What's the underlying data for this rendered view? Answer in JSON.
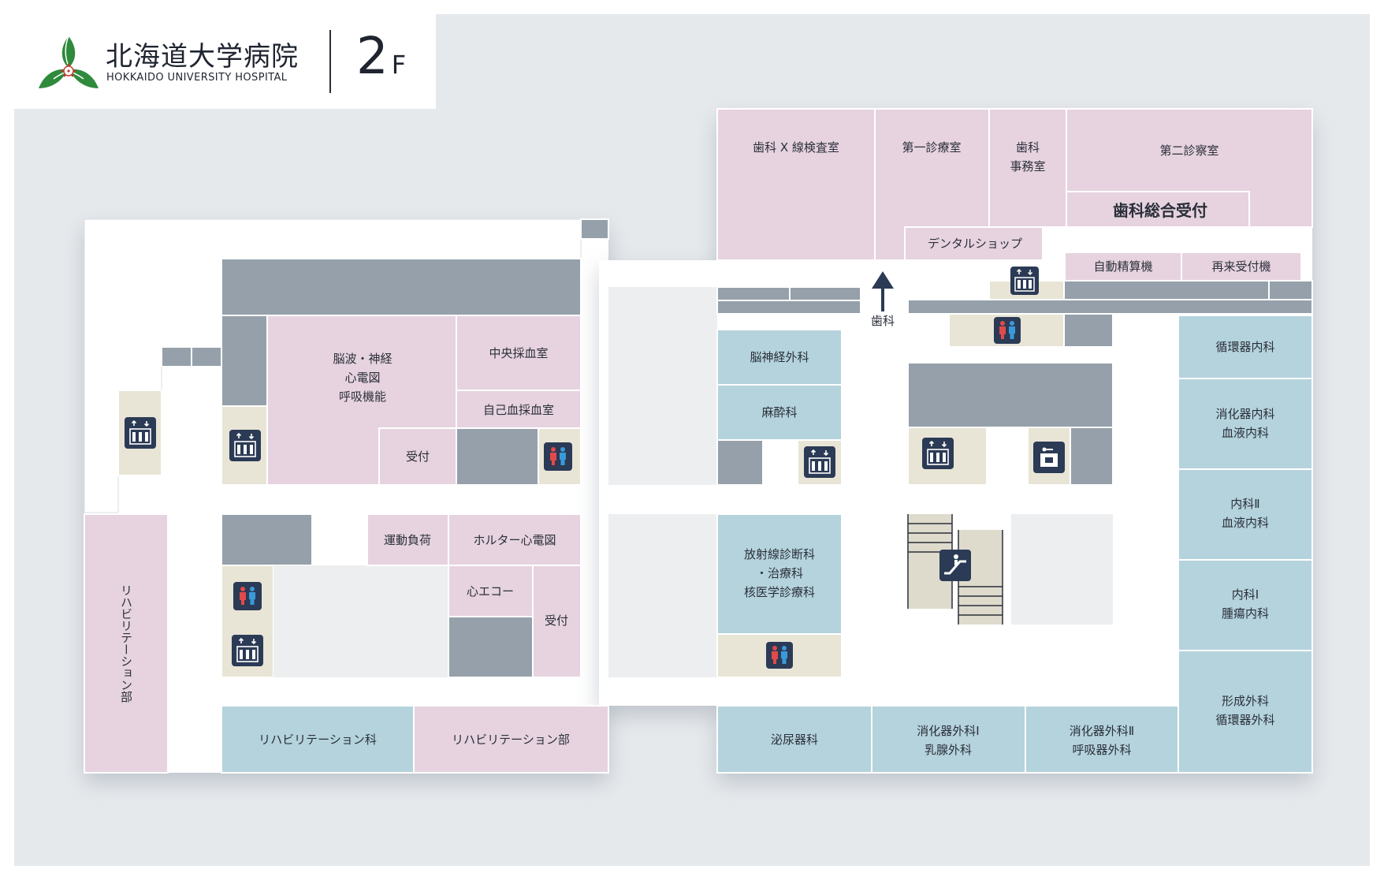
{
  "header": {
    "hospital_name_ja": "北海道大学病院",
    "hospital_name_en": "HOKKAIDO UNIVERSITY HOSPITAL",
    "floor_number": "2",
    "floor_suffix": "F"
  },
  "rooms": {
    "dental_xray": "歯科 X 線検査室",
    "dental_exam_1": "第一診療室",
    "dental_office_l1": "歯科",
    "dental_office_l2": "事務室",
    "dental_exam_2": "第二診察室",
    "dental_reception": "歯科総合受付",
    "dental_shop": "デンタルショップ",
    "auto_payment": "自動精算機",
    "revisit_reception": "再来受付機",
    "dental_arrow_label": "歯科",
    "neurosurgery": "脳神経外科",
    "anesthesiology": "麻酔科",
    "cardiology": "循環器内科",
    "gastro_hema_l1": "消化器内科",
    "gastro_hema_l2": "血液内科",
    "internal2_l1": "内科Ⅱ",
    "internal2_l2": "血液内科",
    "internal1_l1": "内科Ⅰ",
    "internal1_l2": "腫瘍内科",
    "plastic_cardio_l1": "形成外科",
    "plastic_cardio_l2": "循環器外科",
    "radiology_l1": "放射線診断科",
    "radiology_l2": "・治療科",
    "radiology_l3": "核医学診療科",
    "urology": "泌尿器科",
    "gastro_surg1_l1": "消化器外科Ⅰ",
    "gastro_surg1_l2": "乳腺外科",
    "gastro_surg2_l1": "消化器外科Ⅱ",
    "gastro_surg2_l2": "呼吸器外科",
    "eeg_l1": "脳波・神経",
    "eeg_l2": "心電図",
    "eeg_l3": "呼吸機能",
    "central_blood": "中央採血室",
    "autologous_blood": "自己血採血室",
    "reception_a": "受付",
    "exercise_load": "運動負荷",
    "holter": "ホルター心電図",
    "echo": "心エコー",
    "reception_b": "受付",
    "rehab_dept_vertical": "リハビリテーション部",
    "rehab_ka": "リハビリテーション科",
    "rehab_bu": "リハビリテーション部"
  },
  "colors": {
    "background": "#e6e9ec",
    "corridor": "#ffffff",
    "pink_room": "#e6d3df",
    "blue_room": "#b4d3dc",
    "gray_block": "#95a0aa",
    "beige": "#e8e5d6",
    "icon_bg": "#2b3a55",
    "icon_fg": "#ffffff",
    "toilet_male": "#3a9ad9",
    "toilet_female": "#e04a4a",
    "escalator_stair": "#dedbcd"
  },
  "icons": {
    "elevator": "elevator-icon",
    "toilet": "restroom-icon",
    "escalator": "escalator-icon",
    "locker": "locker-icon",
    "arrow": "arrow-up-icon"
  }
}
